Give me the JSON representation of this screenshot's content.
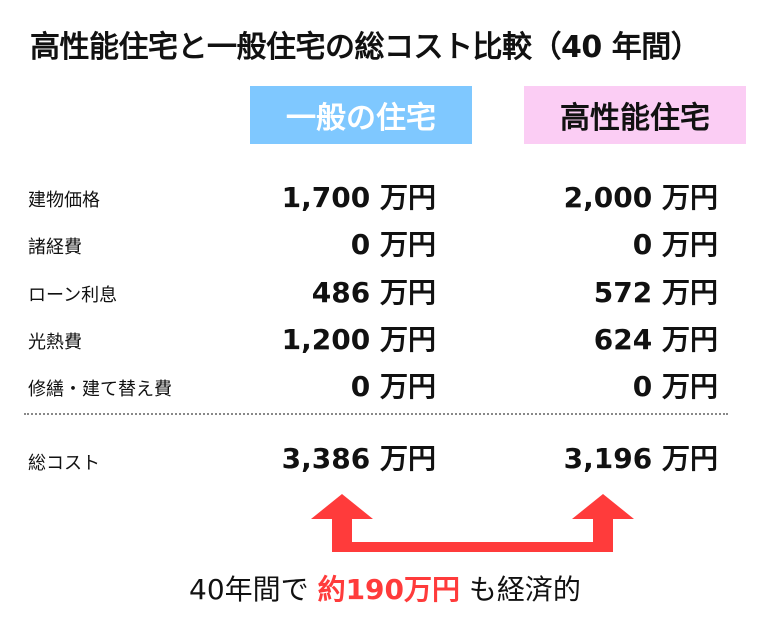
{
  "title": "高性能住宅と一般住宅の総コスト比較（40 年間）",
  "headers": {
    "general": "一般の住宅",
    "high_performance": "高性能住宅"
  },
  "colors": {
    "general_header_bg": "#7fc8ff",
    "high_header_bg": "#fbcdf4",
    "accent_red": "#ff3b3b"
  },
  "rows": [
    {
      "label": "建物価格",
      "general": "1,700 万円",
      "high": "2,000 万円"
    },
    {
      "label": "諸経費",
      "general": "0 万円",
      "high": "0 万円"
    },
    {
      "label": "ローン利息",
      "general": "486 万円",
      "high": "572 万円"
    },
    {
      "label": "光熱費",
      "general": "1,200 万円",
      "high": "624 万円"
    },
    {
      "label": "修繕・建て替え費",
      "general": "0 万円",
      "high": "0 万円"
    }
  ],
  "total": {
    "label": "総コスト",
    "general": "3,386 万円",
    "high": "3,196 万円"
  },
  "savings": {
    "prefix": "40年間で ",
    "highlight": "約190万円",
    "suffix": " も経済的"
  }
}
